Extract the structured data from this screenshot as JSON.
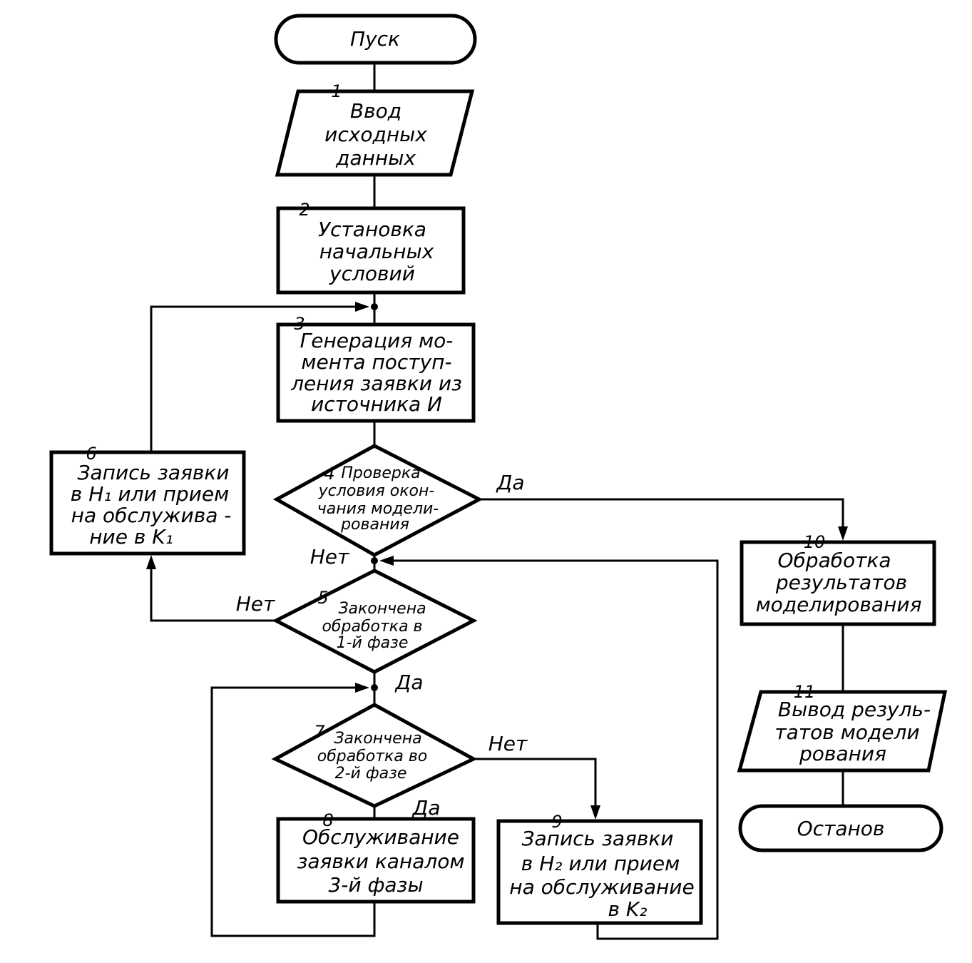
{
  "nodes": {
    "start": {
      "label": "Пуск"
    },
    "b1": {
      "num": "1",
      "lines": [
        "Ввод",
        "исходных",
        "данных"
      ]
    },
    "b2": {
      "num": "2",
      "lines": [
        "Установка",
        "начальных",
        "условий"
      ]
    },
    "b3": {
      "num": "3",
      "lines": [
        "Генерация мо-",
        "мента поступ-",
        "ления заявки из",
        "источника И"
      ]
    },
    "b4": {
      "num": "4",
      "lines": [
        "Проверка",
        "условия окон-",
        "чания модели-",
        "рования"
      ]
    },
    "b5": {
      "num": "5",
      "lines": [
        "Закончена",
        "обработка в",
        "1-й фазе"
      ]
    },
    "b6": {
      "num": "6",
      "lines": [
        "Запись заявки",
        "в H₁ или прием",
        "на обслужива -",
        "ние в K₁"
      ]
    },
    "b7": {
      "num": "7",
      "lines": [
        "Закончена",
        "обработка во",
        "2-й фазе"
      ]
    },
    "b8": {
      "num": "8",
      "lines": [
        "Обслуживание",
        "заявки каналом",
        "3-й фазы"
      ]
    },
    "b9": {
      "num": "9",
      "lines": [
        "Запись заявки",
        "в H₂ или прием",
        "на обслуживание",
        "в K₂"
      ]
    },
    "b10": {
      "num": "10",
      "lines": [
        "Обработка",
        "результатов",
        "моделирования"
      ]
    },
    "b11": {
      "num": "11",
      "lines": [
        "Вывод резуль-",
        "татов модели",
        "рования"
      ]
    },
    "stop": {
      "label": "Останов"
    }
  },
  "branches": {
    "d4_yes": "Да",
    "d4_no": "Нет",
    "d5_no": "Нет",
    "d5_yes": "Да",
    "d7_no": "Нет",
    "d7_yes": "Да"
  }
}
